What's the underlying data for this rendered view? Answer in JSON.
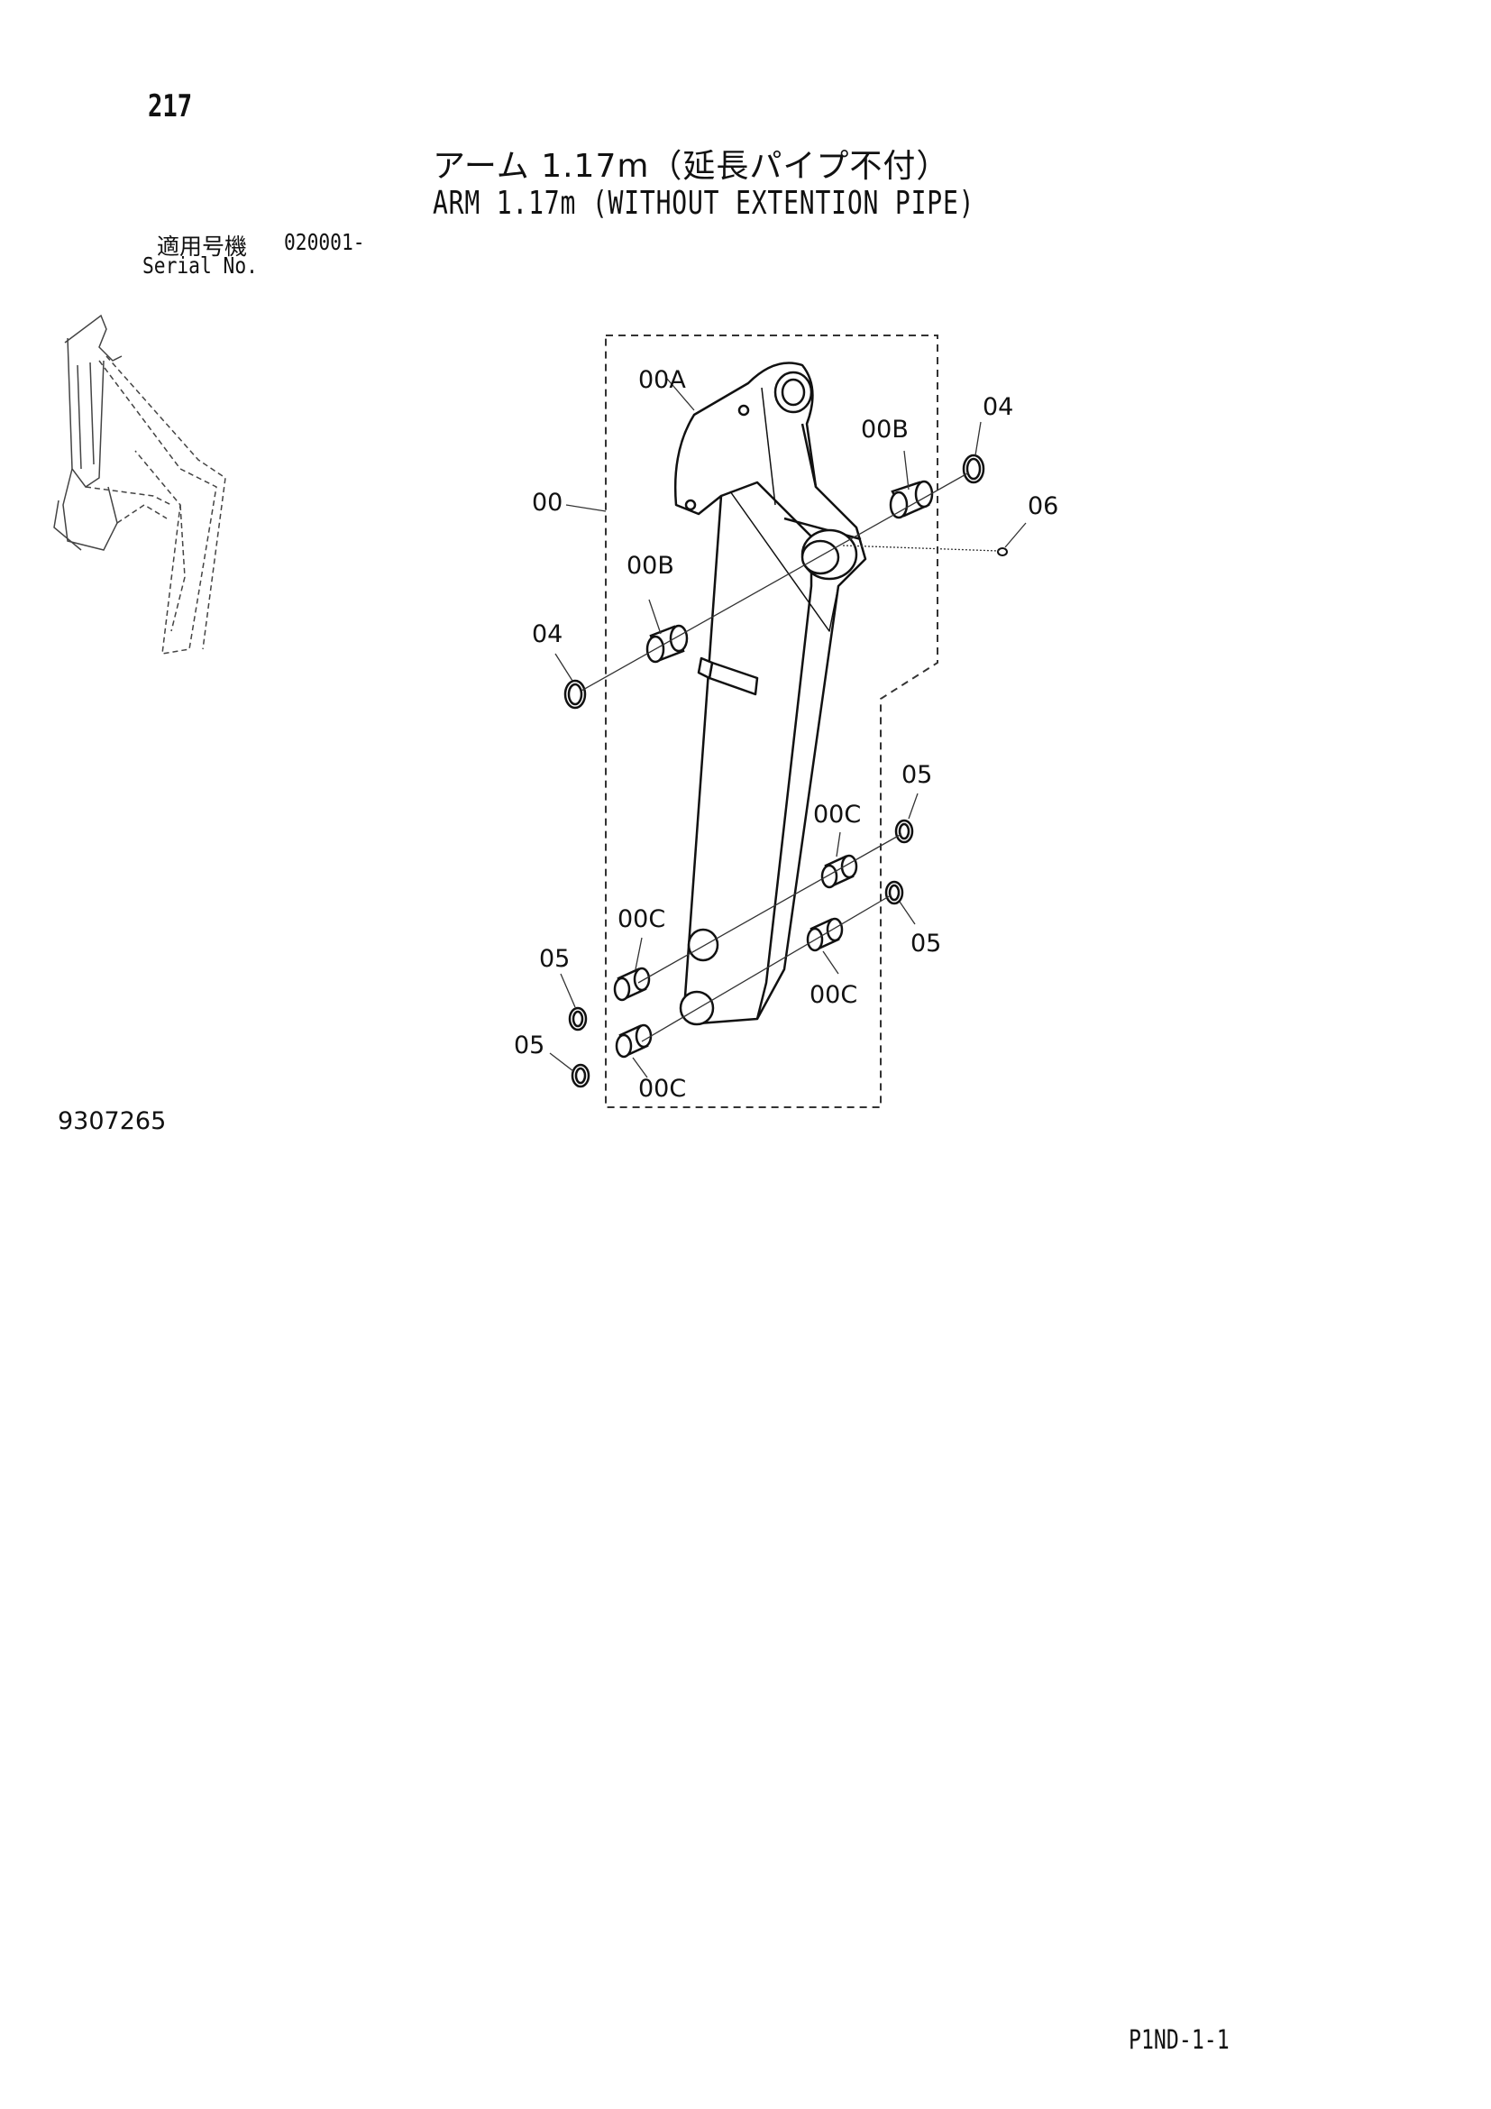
{
  "header": {
    "page_number": "217",
    "title_jp": "アーム 1.17m（延長パイプ不付）",
    "title_en": "ARM 1.17m (WITHOUT EXTENTION PIPE)"
  },
  "serial": {
    "label_jp": "適用号機",
    "value": "020001-",
    "label_en": "Serial No."
  },
  "callouts": {
    "assembly": "00",
    "arm_body": "00A",
    "bushing_upper_right": "00B",
    "bushing_upper_left": "00B",
    "bushing_lower_1": "00C",
    "bushing_lower_2": "00C",
    "bushing_lower_3": "00C",
    "bushing_lower_4": "00C",
    "ring_04_right": "04",
    "ring_04_left": "04",
    "ring_05_a": "05",
    "ring_05_b": "05",
    "ring_05_c": "05",
    "ring_05_d": "05",
    "grease_fitting": "06"
  },
  "footer": {
    "drawing_number": "9307265",
    "sheet_code": "P1ND-1-1"
  }
}
